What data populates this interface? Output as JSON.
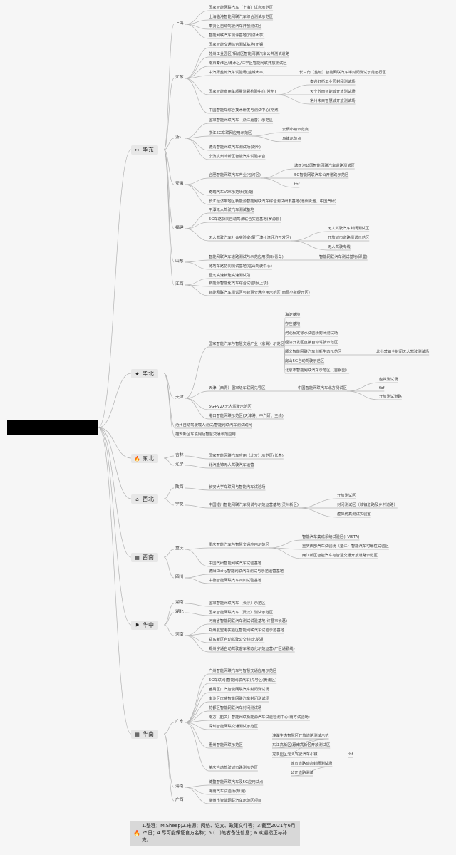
{
  "root": {
    "label": ""
  },
  "colors": {
    "line": "#b3b3b3",
    "region_bg": "#e7e7e7",
    "root_bg": "#000000",
    "footer_bg": "#d8d8d8"
  },
  "regions": [
    {
      "name": "华东",
      "icon": "✂"
    },
    {
      "name": "华北",
      "icon": "★"
    },
    {
      "name": "东北",
      "icon": "🔥"
    },
    {
      "name": "西北",
      "icon": "⌂"
    },
    {
      "name": "西南",
      "icon": "▦"
    },
    {
      "name": "华中",
      "icon": "⚑"
    },
    {
      "name": "华南",
      "icon": "▦"
    }
  ],
  "subregions": [
    "上海",
    "江苏",
    "浙江",
    "安徽",
    "福建",
    "山东",
    "江西",
    "天津",
    "吉林",
    "辽宁",
    "陕西",
    "宁夏",
    "重庆",
    "四川",
    "湖南",
    "湖北",
    "河南",
    "广东",
    "海南",
    "广西"
  ],
  "items": [
    "国家智能网联汽车（上海）试点示范区",
    "上海临港智能网联汽车综合测试示范区",
    "奉贤区自动驾驶汽车开放测试区",
    "智能网联汽车测评基地(同济大学)",
    "国家智能交通综合测试基地(无锡)",
    "苏州工业园区/相城区智能网联汽车公共测试道路",
    "南京秦淮区/溧水区/江宁区智能网联开放测试区",
    "中汽研盐城汽车试验场(盐城大丰)",
    "长三角（盐城）智能网联汽车半封闭测试示范运行区",
    "国家智能商用车质量监督检验中心(常州)",
    "泰兴虹桥工业园封闭测试场",
    "天宁苏南智能城开放测试场",
    "常州未来智慧城开放测试场",
    "中国智能车综合技术研发与测试中心(常熟)",
    "国家智能网联汽车（浙江嘉善）示范区",
    "浙江5G车联网应用示范区",
    "云栖小镇示范点",
    "乌镇示范点",
    "德清智能网联汽车测试场(湖州)",
    "宁波杭州湾新区智能汽车试验平台",
    "合肥智能网联汽车产业(包河区)",
    "塘西河公园智能网联汽车道路测试区",
    "5G智能网联汽车公开道路示范区",
    "tbf",
    "奇瑞汽车V2X示范场(芜湖)",
    "长江经济带地区新能源智能网联汽车综合测试研发基地(池州贵池、中国汽研)",
    "平潭无人驾驶汽车测试基地",
    "5G车路协同自动驾驶联合实验基地(罗源县)",
    "无人驾驶汽车社会实验室(厦门漳州湾经济开发区)",
    "无人驾驶汽车封闭测试区",
    "开放城市道路测试示范区",
    "无人驾驶专线",
    "智能网联汽车道路测试与示范应用项目(青岛)",
    "智能网联汽车测试基地(即墨)",
    "潍坊车路协同测试基地(临山驾驶中心)",
    "昌九高速新建高速测试段",
    "新能源智能化汽车综合试验场(上饶)",
    "智能网联汽车测试区与智慧交通应用示范区(南昌小蓝经开区)",
    "国家智能汽车与智慧交通产业（京冀）示范区",
    "海淀基地",
    "亦庄基地",
    "河北保定徐水试验场封闭测试场",
    "经济开发区直接自动驾驶示范区",
    "顺义智能网联汽车创新生态示范区",
    "北小营镇全封闭无人驾驶测试场",
    "房山5G自动驾驶示范区",
    "北京市智能网联汽车示范区（首钢园）",
    "天津（西青）国家级车联网先导区",
    "中国智能网联汽车北方测试区",
    "虚拟测试场",
    "tbf",
    "开放测试道路",
    "5G+V2X无人驾驶示范区",
    "港口智能网联示范区(天津港、中汽研、主线)",
    "沧州自动驾驶载人测试/智能网联汽车测试路网",
    "雄安新区车联网及智慧交通示范应用",
    "国家智能网联汽车应用（北方）示范区(长春)",
    "北汽盘锦无人驾驶汽车运营",
    "长安大学车联网与智能汽车试验场",
    "中国银川智能网联汽车测试与示范运营基地(灵州新区)",
    "开放测试区",
    "封闭测试区（城镇道路及乡村道路）",
    "虚拟仿真测试实验室",
    "重庆智能汽车与智慧交通应用示范区",
    "智能汽车集成系统试验区(i-VISTA)",
    "重庆西部汽车试验场（垫江）智能汽车可靠性试验区",
    "两江新区智能汽车与智慧交通开放道路示范区",
    "中国汽研智能网联汽车试验基地",
    "德阳Dicity智能网联汽车测试与示范运营基地",
    "中德智能网联汽车四川试验基地",
    "国家智能网联汽车（长沙）示范区",
    "国家智能网联汽车（武汉）测试示范区",
    "河南省智能网联汽车测试试验基地(许昌市长葛)",
    "郑州航空港实验区智能网联汽车试验示范基地",
    "郑东新区自动驾驶公交线(北龙湖)",
    "郑州宇通自动驾驶客车常态化示范运营(厂区通勤线)",
    "广州智能网联汽车与智慧交通应用示范区",
    "5G车联网(智能网联汽车)先导区(黄浦区)",
    "番禺区广汽智能网联汽车封闭测试场",
    "南沙区庆盛智能网联汽车封闭测试场",
    "花都区智能网联汽车封闭测试场",
    "南方（韶关）智能网联新能源汽车试验检测中心(南方试验场)",
    "深圳智能网联交通测试示范区",
    "惠州智能网联示范区",
    "潼湖生态智慧区开放道路测试示范",
    "东江高新区/惠南高新区开放测试区",
    "龙溪园区无人驾驶汽车小镇",
    "tbf",
    "肇庆自动驾驶城市路测示范区",
    "城市道路动态封闭测试场",
    "公开道路测试",
    "博鳌智能网联汽车及5G应用试点",
    "海南汽车试验场(琼海)",
    "柳州市智能网联汽车示范区项目"
  ],
  "footnote": "1.整理：M.Sheep;2.来源：网络、论文、政策文件等；3.截至2021年6月25日；4.尽可能保证官方名称；5.(…)笔者备注信息；6.欢迎指正与补充。",
  "footnote_icon": "🔥"
}
